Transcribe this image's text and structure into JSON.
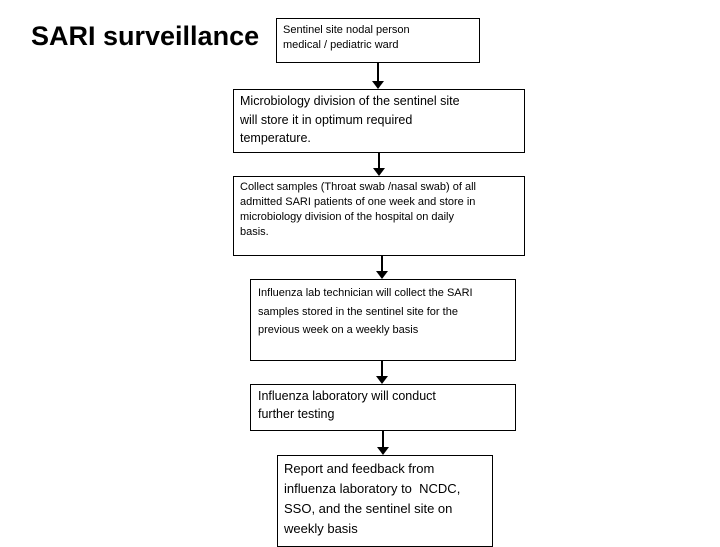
{
  "slide": {
    "title": "SARI surveillance",
    "colors": {
      "background": "#ffffff",
      "text": "#000000",
      "box_border": "#000000",
      "arrow": "#000000"
    }
  },
  "flowchart": {
    "boxes": [
      {
        "name": "sentinel-site-nodal-person",
        "text": "Sentinel site nodal person\nmedical / pediatric ward"
      },
      {
        "name": "microbiology-division-storage",
        "text": "Microbiology division of the sentinel site\nwill store it in optimum required\ntemperature."
      },
      {
        "name": "collect-samples",
        "text": "Collect samples (Throat swab /nasal swab) of all\nadmitted SARI patients of one week and store in\nmicrobiology division of the hospital on daily\nbasis."
      },
      {
        "name": "lab-technician-collects-samples",
        "text": "Influenza lab technician will collect the SARI\nsamples stored in the sentinel site for the\nprevious week on a weekly basis"
      },
      {
        "name": "influenza-laboratory-testing",
        "text": "Influenza laboratory will conduct\nfurther testing"
      },
      {
        "name": "report-and-feedback",
        "text": "Report and feedback from\ninfluenza laboratory to  NCDC,\nSSO, and the sentinel site on\nweekly basis"
      }
    ],
    "connector_count": 5
  }
}
